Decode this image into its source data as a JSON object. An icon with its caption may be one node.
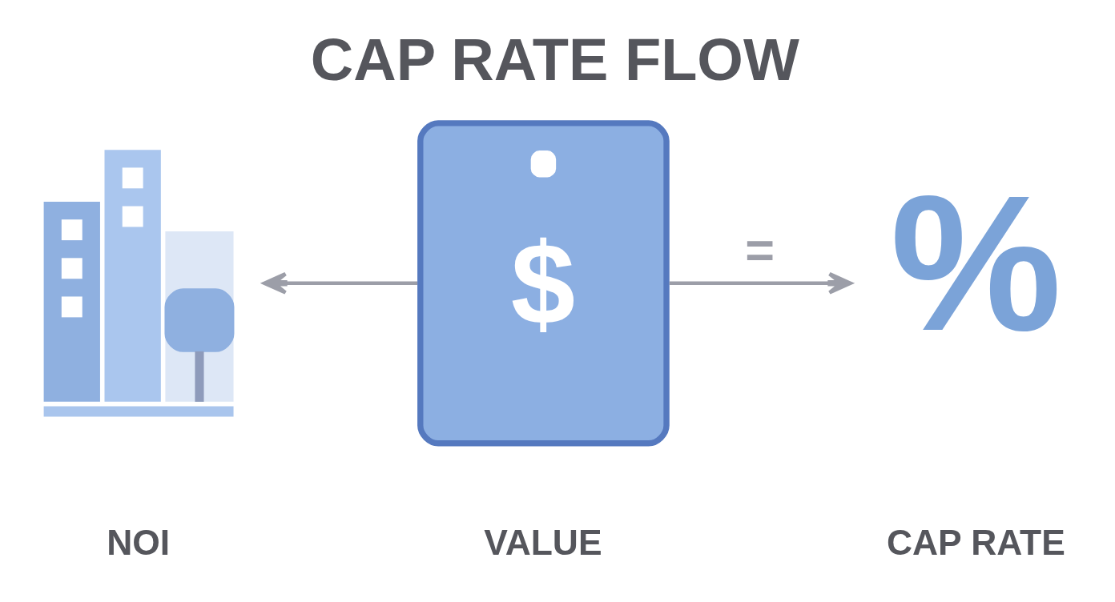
{
  "diagram": {
    "title": "CAP RATE FLOW",
    "nodes": [
      {
        "text": [],
        "shape": "picture",
        "beside": [
          "NOI"
        ]
      },
      {
        "text": [
          "$"
        ],
        "beside": [
          "VALUE"
        ]
      },
      {
        "text": [
          "%"
        ],
        "beside": [
          "CAP RATE"
        ]
      }
    ],
    "edges": [
      {
        "from": 1,
        "to": 0,
        "arrow": "to"
      },
      {
        "from": 1,
        "to": 2,
        "arrow": "to",
        "label": "="
      }
    ]
  }
}
